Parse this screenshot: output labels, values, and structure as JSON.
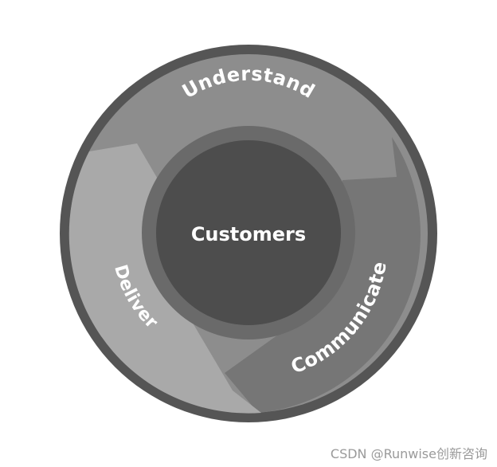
{
  "diagram": {
    "center_label": "Customers",
    "segments": [
      {
        "label": "Understand",
        "color": "#8d8d8d"
      },
      {
        "label": "Communicate",
        "color": "#767676"
      },
      {
        "label": "Deliver",
        "color": "#a9a9a9"
      }
    ],
    "outer_ring_color": "#555555",
    "inner_ring_color": "#6a6a6a",
    "center_color": "#4d4d4d"
  },
  "watermark": "CSDN @Runwise创新咨询"
}
